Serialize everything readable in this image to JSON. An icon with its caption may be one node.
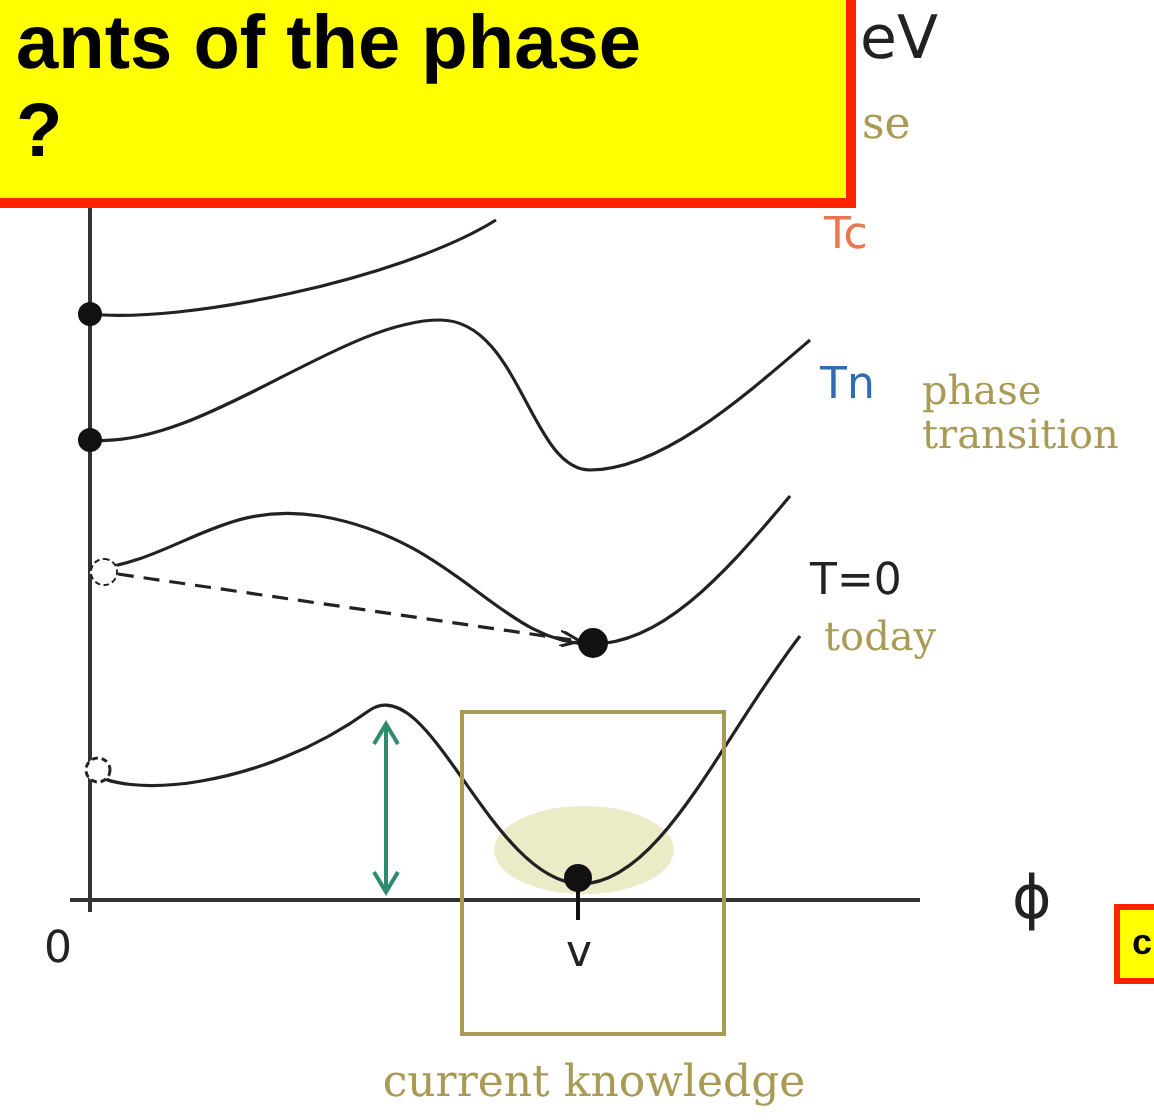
{
  "diagram": {
    "nodes": [
      {
        "text": [
          "ants of the phase ?"
        ]
      },
      {
        "text": [
          "c"
        ]
      },
      {
        "text": [
          "current knowledge"
        ]
      },
      {
        "text": [],
        "shape": "circle"
      },
      {
        "text": [],
        "shape": "circle"
      }
    ],
    "edges": [
      {
        "from": 3,
        "to": 4,
        "arrow": "to",
        "style": "dashed"
      }
    ],
    "labels": [
      "eV",
      "se",
      "Tc",
      "Tn",
      "phase transition",
      "T=0",
      "today",
      "0",
      "v",
      "ϕ"
    ]
  }
}
